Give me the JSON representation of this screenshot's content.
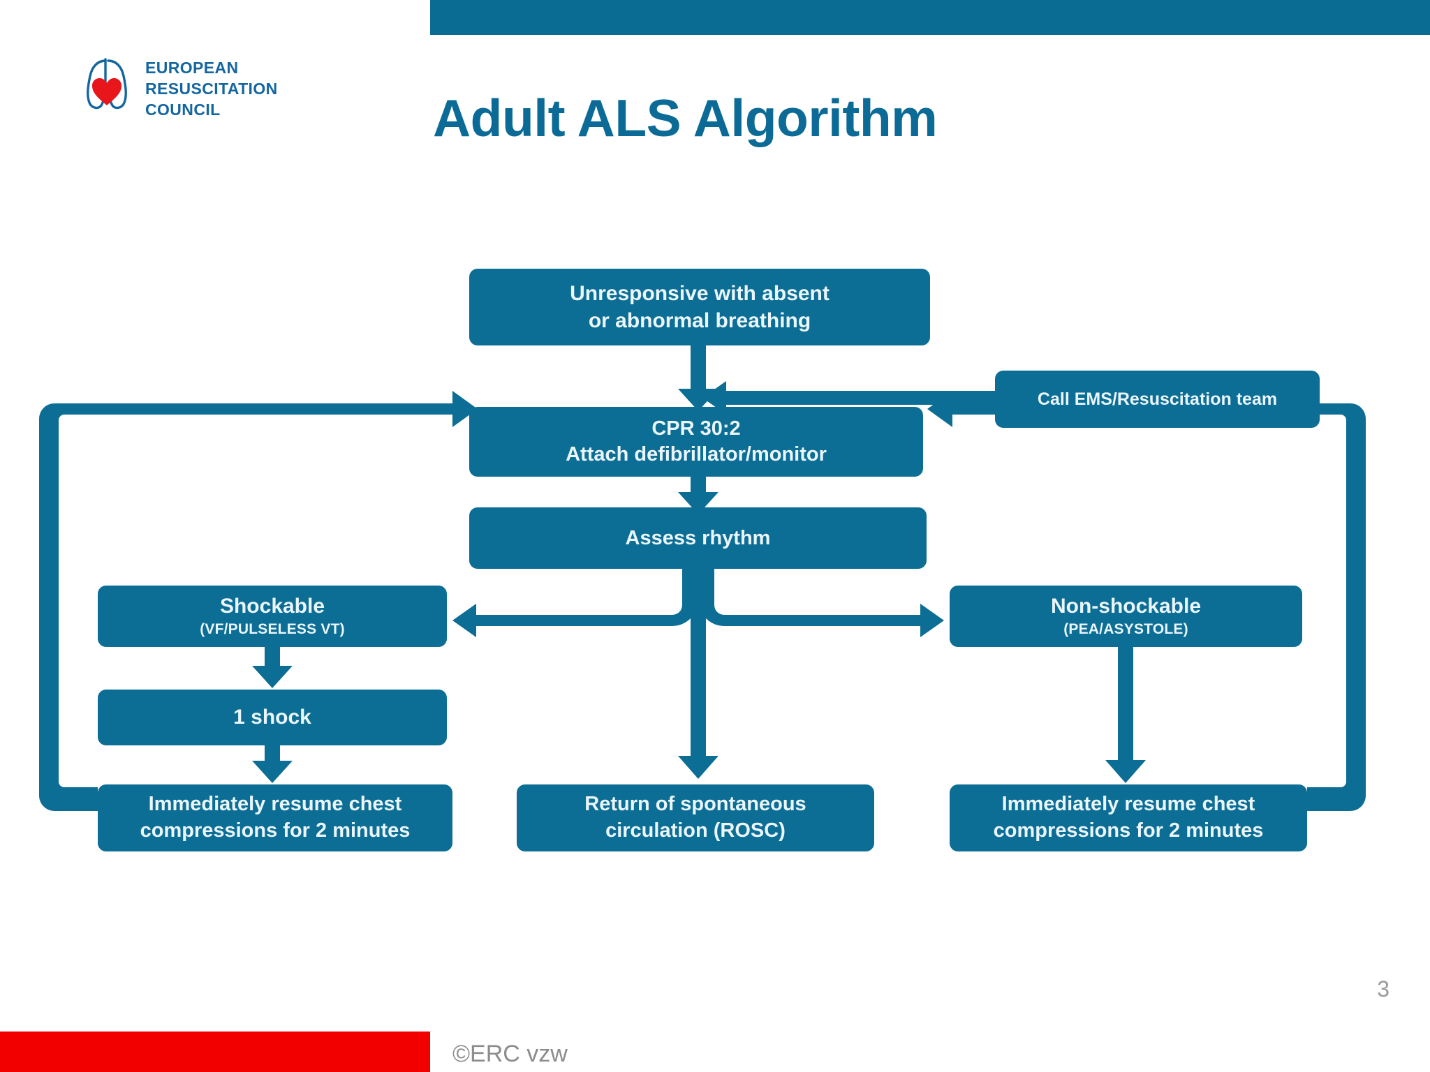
{
  "slide": {
    "title": "Adult ALS Algorithm",
    "page_number": "3",
    "copyright": "©ERC vzw",
    "accent_color": "#0a6c93",
    "node_color": "#0c6d95",
    "red_color": "#f20000",
    "logo_text_color": "#1466a0"
  },
  "logo": {
    "line1": "EUROPEAN",
    "line2": "RESUSCITATION",
    "line3": "COUNCIL",
    "mark": "lungs-heart-icon"
  },
  "flowchart": {
    "type": "diagram",
    "nodes": [
      {
        "id": "unresponsive",
        "line1": "Unresponsive with absent",
        "line2": "or abnormal breathing"
      },
      {
        "id": "call_ems",
        "line1": "Call EMS/Resuscitation team",
        "line2": ""
      },
      {
        "id": "cpr",
        "line1": "CPR 30:2",
        "line2": "Attach defibrillator/monitor"
      },
      {
        "id": "assess_rhythm",
        "line1": "Assess rhythm",
        "line2": ""
      },
      {
        "id": "shockable",
        "line1": "Shockable",
        "line2": "(VF/PULSELESS VT)"
      },
      {
        "id": "non_shockable",
        "line1": "Non-shockable",
        "line2": "(PEA/ASYSTOLE)"
      },
      {
        "id": "one_shock",
        "line1": "1 shock",
        "line2": ""
      },
      {
        "id": "resume_left",
        "line1": "Immediately resume chest",
        "line2": "compressions for 2 minutes"
      },
      {
        "id": "rosc",
        "line1": "Return of spontaneous",
        "line2": "circulation (ROSC)"
      },
      {
        "id": "resume_right",
        "line1": "Immediately resume chest",
        "line2": "compressions for 2 minutes"
      }
    ],
    "edges": [
      {
        "from": "unresponsive",
        "to": "cpr",
        "kind": "down-arrow"
      },
      {
        "from": "call_ems",
        "to": "unresponsive",
        "kind": "left-arrow"
      },
      {
        "from": "cpr",
        "to": "assess_rhythm",
        "kind": "down-arrow"
      },
      {
        "from": "assess_rhythm",
        "to": "shockable",
        "kind": "branch-left-arrow"
      },
      {
        "from": "assess_rhythm",
        "to": "rosc",
        "kind": "branch-down-arrow"
      },
      {
        "from": "assess_rhythm",
        "to": "non_shockable",
        "kind": "branch-right-arrow"
      },
      {
        "from": "shockable",
        "to": "one_shock",
        "kind": "down-arrow"
      },
      {
        "from": "one_shock",
        "to": "resume_left",
        "kind": "down-arrow"
      },
      {
        "from": "non_shockable",
        "to": "resume_right",
        "kind": "down-arrow"
      },
      {
        "from": "resume_left",
        "to": "assess_rhythm",
        "kind": "loop-left-arrow"
      },
      {
        "from": "resume_right",
        "to": "assess_rhythm",
        "kind": "loop-right-arrow"
      }
    ]
  }
}
